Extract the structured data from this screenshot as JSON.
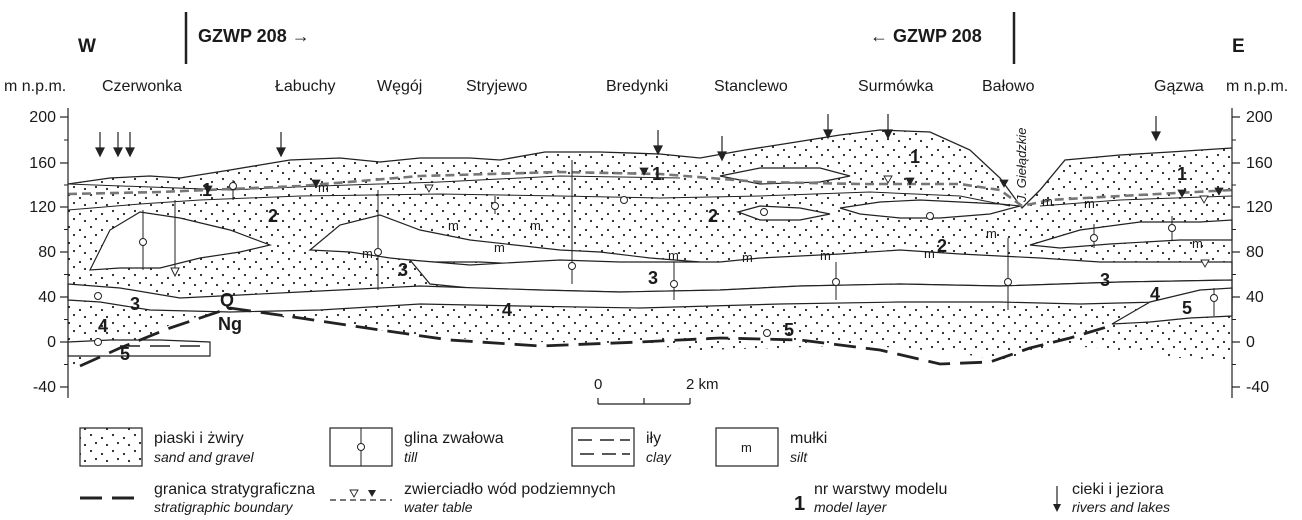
{
  "header": {
    "west": "W",
    "east": "E",
    "gzwp_left": "GZWP 208 →",
    "gzwp_right": "← GZWP 208",
    "axis_unit_left": "m n.p.m.",
    "axis_unit_right": "m n.p.m."
  },
  "places": [
    "Czerwonka",
    "Łabuchy",
    "Węgój",
    "Stryjewo",
    "Bredynki",
    "Stanclewo",
    "Surmówka",
    "Bałowo",
    "Gązwa"
  ],
  "axis_ticks": [
    "200",
    "160",
    "120",
    "80",
    "40",
    "0",
    "-40"
  ],
  "lake_label": "J. Giełądzkie",
  "layer_numbers": [
    "1",
    "2",
    "3",
    "4",
    "5"
  ],
  "period_labels": {
    "quaternary": "Q",
    "neogene": "Ng"
  },
  "silt_mark": "m",
  "scale": {
    "start": "0",
    "end": "2 km"
  },
  "legend": [
    {
      "pl": "piaski i żwiry",
      "en": "sand and gravel"
    },
    {
      "pl": "glina zwałowa",
      "en": "till"
    },
    {
      "pl": "iły",
      "en": "clay"
    },
    {
      "pl": "mułki",
      "en": "silt",
      "symbol": "m"
    },
    {
      "pl": "granica stratygraficzna",
      "en": "stratigraphic boundary"
    },
    {
      "pl": "zwierciadło wód podziemnych",
      "en": "water table"
    },
    {
      "pl": "nr warstwy modelu",
      "en": "model layer",
      "symbol": "1"
    },
    {
      "pl": "cieki i jeziora",
      "en": "rivers and lakes"
    }
  ]
}
